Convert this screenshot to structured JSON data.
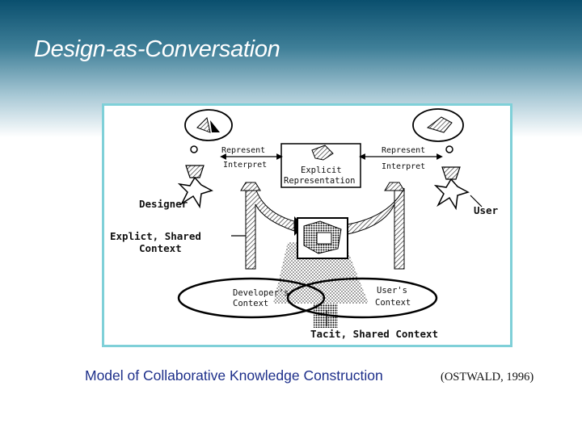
{
  "slide": {
    "title": "Design-as-Conversation",
    "caption": "Model of Collaborative Knowledge Construction",
    "citation": "(OSTWALD, 1996)"
  },
  "diagram": {
    "left_represent": "Represent",
    "left_interpret": "Interpret",
    "right_represent": "Represent",
    "right_interpret": "Interpret",
    "explicit_line1": "Explicit",
    "explicit_line2": "Representation",
    "designer": "Designer",
    "user": "User",
    "explicit_context_line1": "Explict, Shared",
    "explicit_context_line2": "Context",
    "developers_line1": "Developer's",
    "developers_line2": "Context",
    "users_line1": "User's",
    "users_line2": "Context",
    "tacit": "Tacit, Shared Context"
  },
  "colors": {
    "title_band": "#0a4f6e",
    "frame_border": "#7fd0d8",
    "caption": "#1d2f8a"
  }
}
